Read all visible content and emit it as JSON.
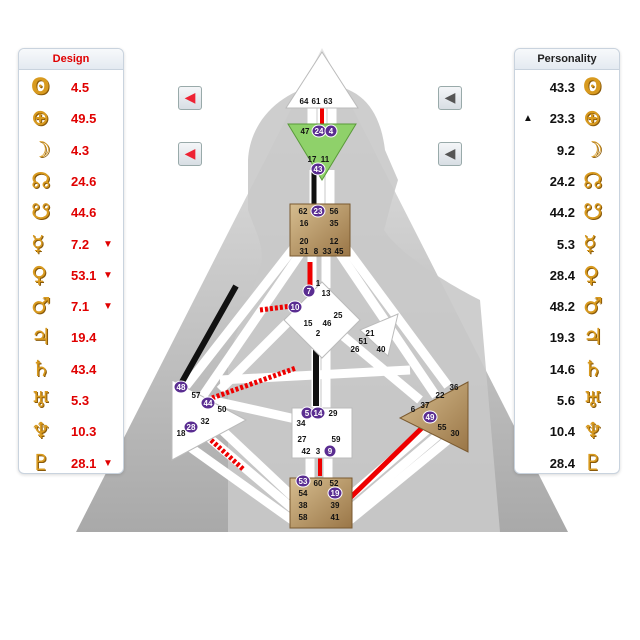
{
  "design_panel": {
    "title": "Design",
    "rows": [
      {
        "icon": "sun-icon",
        "symbol": "ʘ",
        "value": "4.5",
        "arrow": ""
      },
      {
        "icon": "earth-icon",
        "symbol": "⊕",
        "value": "49.5",
        "arrow": ""
      },
      {
        "icon": "moon-icon",
        "symbol": "☽",
        "value": "4.3",
        "arrow": ""
      },
      {
        "icon": "north-node-icon",
        "symbol": "☊",
        "value": "24.6",
        "arrow": ""
      },
      {
        "icon": "south-node-icon",
        "symbol": "☋",
        "value": "44.6",
        "arrow": ""
      },
      {
        "icon": "mercury-icon",
        "symbol": "☿",
        "value": "7.2",
        "arrow": "▼"
      },
      {
        "icon": "venus-icon",
        "symbol": "♀",
        "value": "53.1",
        "arrow": "▼"
      },
      {
        "icon": "mars-icon",
        "symbol": "♂",
        "value": "7.1",
        "arrow": "▼"
      },
      {
        "icon": "jupiter-icon",
        "symbol": "♃",
        "value": "19.4",
        "arrow": ""
      },
      {
        "icon": "saturn-icon",
        "symbol": "♄",
        "value": "43.4",
        "arrow": ""
      },
      {
        "icon": "uranus-icon",
        "symbol": "♅",
        "value": "5.3",
        "arrow": ""
      },
      {
        "icon": "neptune-icon",
        "symbol": "♆",
        "value": "10.3",
        "arrow": ""
      },
      {
        "icon": "pluto-icon",
        "symbol": "♇",
        "value": "28.1",
        "arrow": "▼"
      }
    ]
  },
  "personality_panel": {
    "title": "Personality",
    "rows": [
      {
        "icon": "sun-icon",
        "symbol": "ʘ",
        "value": "43.3",
        "arrow": ""
      },
      {
        "icon": "earth-icon",
        "symbol": "⊕",
        "value": "23.3",
        "arrow": "▲"
      },
      {
        "icon": "moon-icon",
        "symbol": "☽",
        "value": "9.2",
        "arrow": ""
      },
      {
        "icon": "north-node-icon",
        "symbol": "☊",
        "value": "24.2",
        "arrow": ""
      },
      {
        "icon": "south-node-icon",
        "symbol": "☋",
        "value": "44.2",
        "arrow": ""
      },
      {
        "icon": "mercury-icon",
        "symbol": "☿",
        "value": "5.3",
        "arrow": ""
      },
      {
        "icon": "venus-icon",
        "symbol": "♀",
        "value": "28.4",
        "arrow": ""
      },
      {
        "icon": "mars-icon",
        "symbol": "♂",
        "value": "48.2",
        "arrow": ""
      },
      {
        "icon": "jupiter-icon",
        "symbol": "♃",
        "value": "19.3",
        "arrow": ""
      },
      {
        "icon": "saturn-icon",
        "symbol": "♄",
        "value": "14.6",
        "arrow": ""
      },
      {
        "icon": "uranus-icon",
        "symbol": "♅",
        "value": "5.6",
        "arrow": ""
      },
      {
        "icon": "neptune-icon",
        "symbol": "♆",
        "value": "10.4",
        "arrow": ""
      },
      {
        "icon": "pluto-icon",
        "symbol": "♇",
        "value": "28.4",
        "arrow": ""
      }
    ]
  },
  "nav_buttons": [
    {
      "icon": "arrow-left-red-icon",
      "glyph": "◀"
    },
    {
      "icon": "arrow-left-red-icon",
      "glyph": "◀"
    },
    {
      "icon": "arrow-left-gray-icon",
      "glyph": "◀"
    },
    {
      "icon": "arrow-left-gray-icon",
      "glyph": "◀"
    }
  ],
  "bodygraph": {
    "gates": [
      "64",
      "61",
      "63",
      "47",
      "24",
      "4",
      "17",
      "11",
      "43",
      "62",
      "23",
      "56",
      "16",
      "35",
      "20",
      "31",
      "8",
      "33",
      "45",
      "12",
      "1",
      "13",
      "7",
      "10",
      "25",
      "15",
      "46",
      "2",
      "21",
      "51",
      "26",
      "40",
      "48",
      "57",
      "44",
      "50",
      "32",
      "28",
      "18",
      "5",
      "14",
      "29",
      "34",
      "27",
      "59",
      "42",
      "3",
      "9",
      "53",
      "60",
      "52",
      "54",
      "19",
      "38",
      "39",
      "58",
      "41",
      "36",
      "22",
      "6",
      "37",
      "49",
      "55",
      "30"
    ]
  },
  "colors": {
    "design_red": "#e00000",
    "planet_gold": "#d89a1f",
    "defined_brown": "#b08c5c",
    "defined_green": "#8fd16a",
    "gate_circle": "#5a2d91"
  }
}
